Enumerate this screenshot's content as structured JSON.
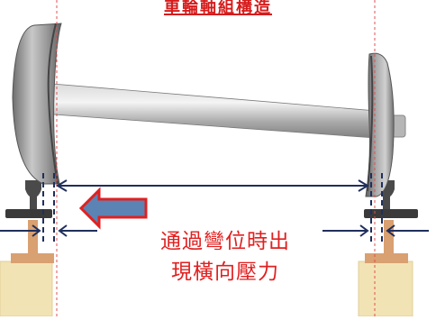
{
  "caption": {
    "title": "車輪軸組構造",
    "force_line_1": "通過彎位時出",
    "force_line_2": "現橫向壓力"
  },
  "colors": {
    "caption_red": "#d61c1c",
    "force_text_red": "#e02020",
    "arrow_red": "#e02020",
    "arrow_fill": "#5b83b4",
    "dimension_line": "#1f2f5c",
    "wheel_gray": "#8c8c8c",
    "axle_gray": "#b0b0b0",
    "rail_dark": "#3a3a3a",
    "rail_copper": "#d9a071",
    "sleeper": "#f2e3b4"
  },
  "icons": {
    "lateral_force": "left-arrow-icon",
    "gauge_span": "double-arrow-icon"
  }
}
